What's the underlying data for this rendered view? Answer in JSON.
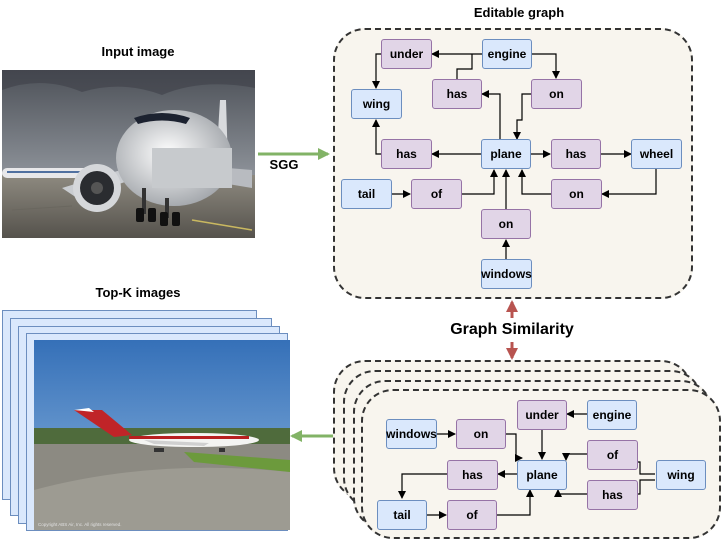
{
  "titles": {
    "input_image": "Input image",
    "editable_graph": "Editable graph",
    "topk": "Top-K images",
    "similarity": "Graph Similarity",
    "sgg": "SGG"
  },
  "photo_credit": "Copyright ABS Air, Inc. All rights reserved.",
  "colors": {
    "object_fill": "#dae8fc",
    "object_border": "#6c8ebf",
    "relation_fill": "#e1d5e7",
    "relation_border": "#9673a6",
    "green_arrow": "#82b366",
    "red_arrow": "#b85450"
  },
  "graph_top": {
    "nodes": {
      "under": "under",
      "engine": "engine",
      "wing": "wing",
      "has1": "has",
      "on1": "on",
      "has2": "has",
      "plane": "plane",
      "has3": "has",
      "wheel": "wheel",
      "tail": "tail",
      "of": "of",
      "on2": "on",
      "on3": "on",
      "windows": "windows"
    }
  },
  "graph_bottom": {
    "nodes": {
      "under": "under",
      "engine": "engine",
      "windows": "windows",
      "on": "on",
      "of1": "of",
      "has1": "has",
      "plane": "plane",
      "wing": "wing",
      "has2": "has",
      "tail": "tail",
      "of2": "of"
    }
  }
}
